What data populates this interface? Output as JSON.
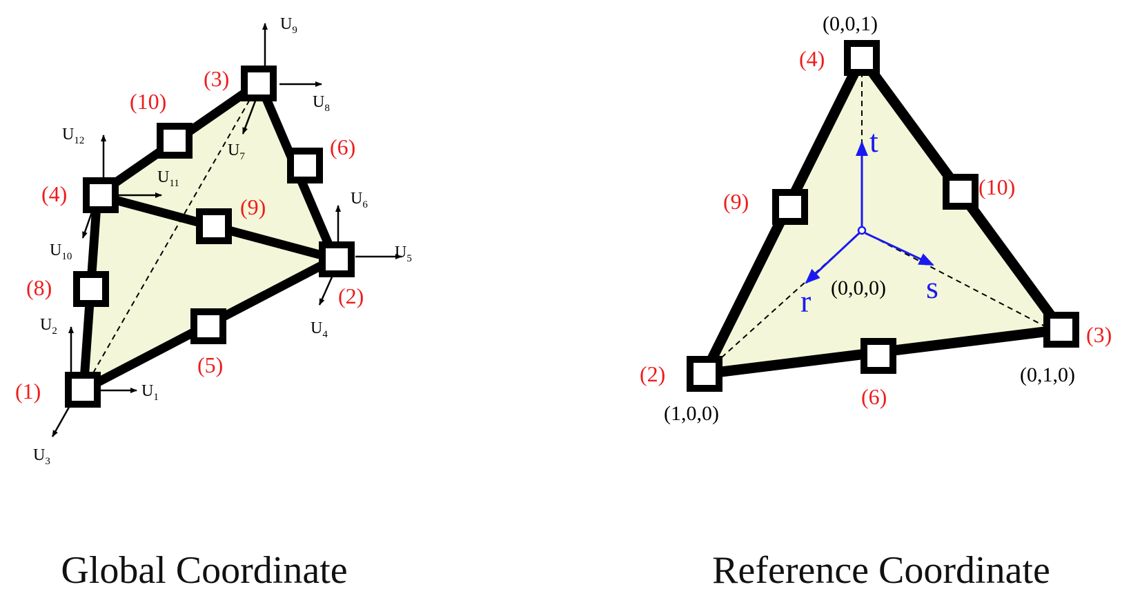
{
  "colors": {
    "face_fill": "#f3f6d8",
    "edge": "#000000",
    "node_label": "#ee1c1c",
    "axis": "#1a1af0",
    "text": "#111111"
  },
  "global": {
    "caption": "Global Coordinate",
    "node_labels": {
      "n1": "(1)",
      "n2": "(2)",
      "n3": "(3)",
      "n4": "(4)",
      "n5": "(5)",
      "n6": "(6)",
      "n8": "(8)",
      "n9": "(9)",
      "n10": "(10)"
    },
    "dofs": {
      "u1": {
        "main": "U",
        "sub": "1"
      },
      "u2": {
        "main": "U",
        "sub": "2"
      },
      "u3": {
        "main": "U",
        "sub": "3"
      },
      "u4": {
        "main": "U",
        "sub": "4"
      },
      "u5": {
        "main": "U",
        "sub": "5"
      },
      "u6": {
        "main": "U",
        "sub": "6"
      },
      "u7": {
        "main": "U",
        "sub": "7"
      },
      "u8": {
        "main": "U",
        "sub": "8"
      },
      "u9": {
        "main": "U",
        "sub": "9"
      },
      "u10": {
        "main": "U",
        "sub": "10"
      },
      "u11": {
        "main": "U",
        "sub": "11"
      },
      "u12": {
        "main": "U",
        "sub": "12"
      }
    }
  },
  "reference": {
    "caption": "Reference Coordinate",
    "node_labels": {
      "n2": "(2)",
      "n3": "(3)",
      "n4": "(4)",
      "n6": "(6)",
      "n9": "(9)",
      "n10": "(10)"
    },
    "coords": {
      "origin": "(0,0,0)",
      "n2": "(1,0,0)",
      "n3": "(0,1,0)",
      "n4": "(0,0,1)"
    },
    "axes": {
      "r": "r",
      "s": "s",
      "t": "t"
    }
  }
}
